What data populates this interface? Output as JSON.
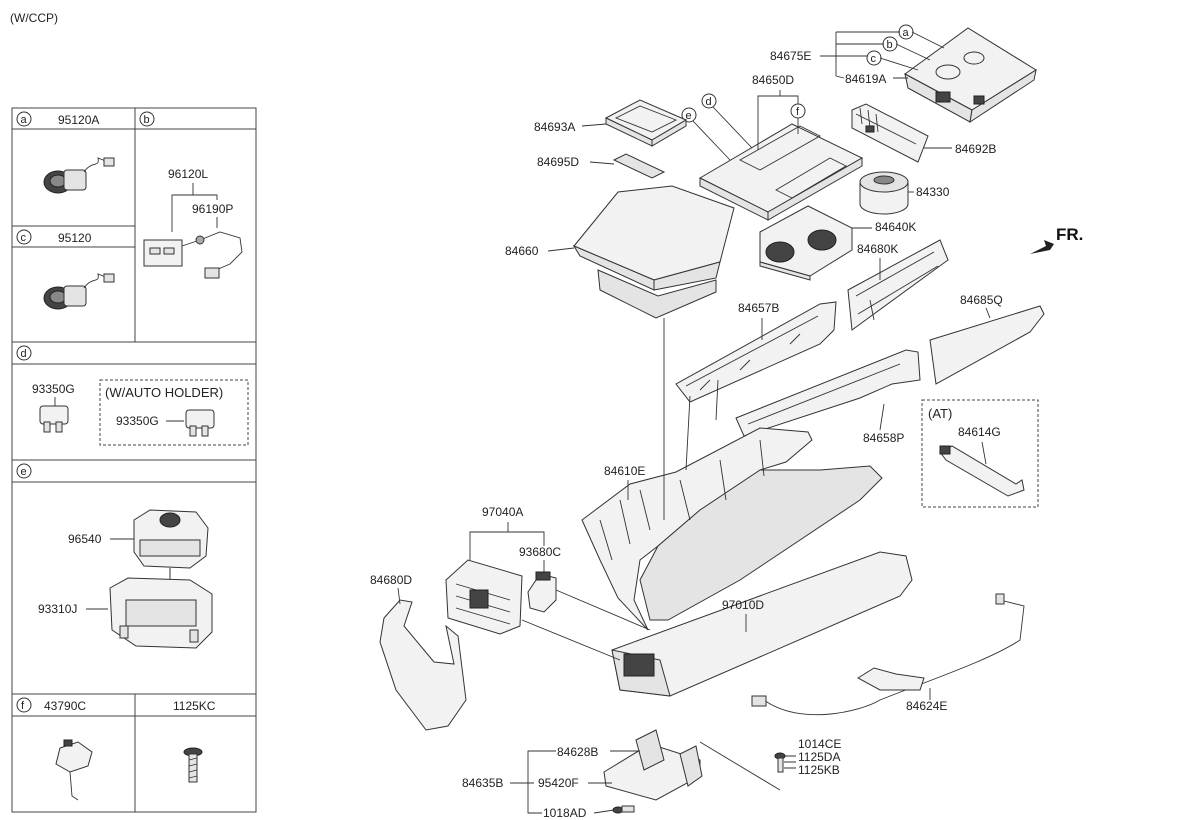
{
  "diagram": {
    "variant_note": "(W/CCP)",
    "direction_label": "FR."
  },
  "legend": {
    "box_a": {
      "letter": "a",
      "part": "95120A"
    },
    "box_b": {
      "letter": "b",
      "parts": [
        "96120L",
        "96190P"
      ]
    },
    "box_c": {
      "letter": "c",
      "part": "95120"
    },
    "box_d": {
      "letter": "d",
      "part": "93350G",
      "option_title": "(W/AUTO HOLDER)",
      "option_part": "93350G"
    },
    "box_e": {
      "letter": "e",
      "parts": [
        "96540",
        "93310J"
      ]
    },
    "box_f": {
      "letter": "f",
      "part": "43790C"
    },
    "box_g": {
      "part": "1125KC"
    }
  },
  "callouts": {
    "c84675E": "84675E",
    "c84619A": "84619A",
    "c84650D": "84650D",
    "c84693A": "84693A",
    "c84692B": "84692B",
    "c84695D": "84695D",
    "c84330": "84330",
    "c84640K": "84640K",
    "c84660": "84660",
    "c84680K": "84680K",
    "c84685Q": "84685Q",
    "c84657B": "84657B",
    "c84658P": "84658P",
    "c84614G": "84614G",
    "at_note": "(AT)",
    "c84610E": "84610E",
    "c97040A": "97040A",
    "c93680C": "93680C",
    "c84680D": "84680D",
    "c97010D": "97010D",
    "c84624E": "84624E",
    "c84628B": "84628B",
    "c84635B": "84635B",
    "c95420F": "95420F",
    "c1018AD": "1018AD",
    "c1014CE": "1014CE",
    "c1125DA": "1125DA",
    "c1125KB": "1125KB"
  },
  "markers": {
    "a": "a",
    "b": "b",
    "c": "c",
    "d": "d",
    "e": "e",
    "f": "f"
  }
}
